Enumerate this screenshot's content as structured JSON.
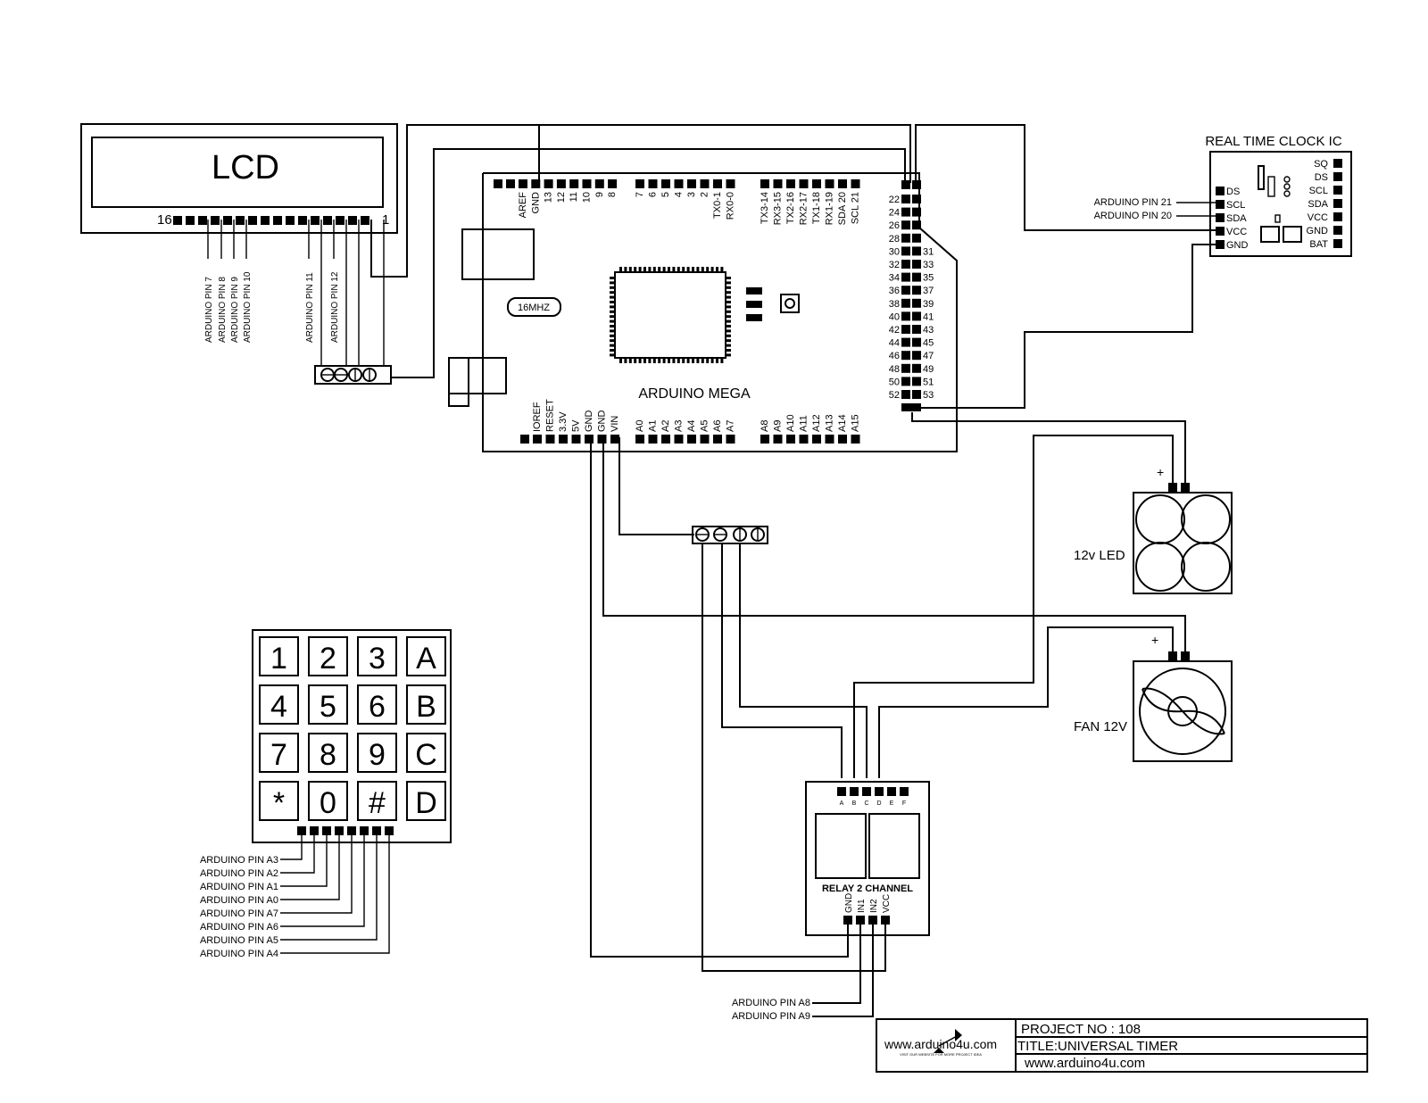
{
  "lcd": {
    "label": "LCD",
    "pin_first": "16",
    "pin_last": "1",
    "pin_labels": [
      "ARDUINO PIN 7",
      "ARDUINO PIN 8",
      "ARDUINO PIN 9",
      "ARDUINO PIN 10",
      "ARDUINO PIN 11",
      "ARDUINO PIN 12"
    ]
  },
  "arduino": {
    "label": "ARDUINO MEGA",
    "crystal": "16MHZ",
    "top_header_left": [
      "AREF",
      "GND",
      "13",
      "12",
      "11",
      "10",
      "9",
      "8"
    ],
    "top_header_mid": [
      "7",
      "6",
      "5",
      "4",
      "3",
      "2",
      "TX0-1",
      "RX0-0"
    ],
    "top_header_right": [
      "TX3-14",
      "RX3-15",
      "TX2-16",
      "RX2-17",
      "TX1-18",
      "RX1-19",
      "SDA 20",
      "SCL 21"
    ],
    "power_header": [
      "IOREF",
      "RESET",
      "3.3V",
      "5V",
      "GND",
      "GND",
      "VIN"
    ],
    "analog_left": [
      "A0",
      "A1",
      "A2",
      "A3",
      "A4",
      "A5",
      "A6",
      "A7"
    ],
    "analog_right": [
      "A8",
      "A9",
      "A10",
      "A11",
      "A12",
      "A13",
      "A14",
      "A15"
    ],
    "digital_even": [
      "22",
      "24",
      "26",
      "28",
      "30",
      "32",
      "34",
      "36",
      "38",
      "40",
      "42",
      "44",
      "46",
      "48",
      "50",
      "52"
    ],
    "digital_odd": [
      "31",
      "33",
      "35",
      "37",
      "39",
      "41",
      "43",
      "45",
      "47",
      "49",
      "51",
      "53"
    ]
  },
  "rtc": {
    "label": "REAL TIME CLOCK IC",
    "left_pins": [
      "DS",
      "SCL",
      "SDA",
      "VCC",
      "GND"
    ],
    "right_pins": [
      "SQ",
      "DS",
      "SCL",
      "SDA",
      "VCC",
      "GND",
      "BAT"
    ],
    "connections": [
      "ARDUINO PIN 21",
      "ARDUINO PIN 20"
    ]
  },
  "led": {
    "label": "12v LED",
    "polarity": "+"
  },
  "fan": {
    "label": "FAN 12V",
    "polarity": "+"
  },
  "relay": {
    "label": "RELAY 2 CHANNEL",
    "top_pins": [
      "A",
      "B",
      "C",
      "D",
      "E",
      "F"
    ],
    "bottom_pins": [
      "GND",
      "IN1",
      "IN2",
      "VCC"
    ],
    "connections": [
      "ARDUINO PIN A8",
      "ARDUINO PIN A9"
    ]
  },
  "keypad": {
    "keys": [
      "1",
      "2",
      "3",
      "A",
      "4",
      "5",
      "6",
      "B",
      "7",
      "8",
      "9",
      "C",
      "*",
      "0",
      "#",
      "D"
    ],
    "connections": [
      "ARDUINO PIN A3",
      "ARDUINO PIN A2",
      "ARDUINO PIN A1",
      "ARDUINO PIN A0",
      "ARDUINO PIN A7",
      "ARDUINO PIN A6",
      "ARDUINO PIN A5",
      "ARDUINO PIN A4"
    ]
  },
  "title_block": {
    "logo_text": "www.arduino4u.com",
    "logo_tagline": "VISIT OUR WEBSITE FOR MORE PROJECT IDEA",
    "project_no": "PROJECT NO : 108",
    "title": "TITLE:UNIVERSAL TIMER",
    "website": "www.arduino4u.com"
  }
}
